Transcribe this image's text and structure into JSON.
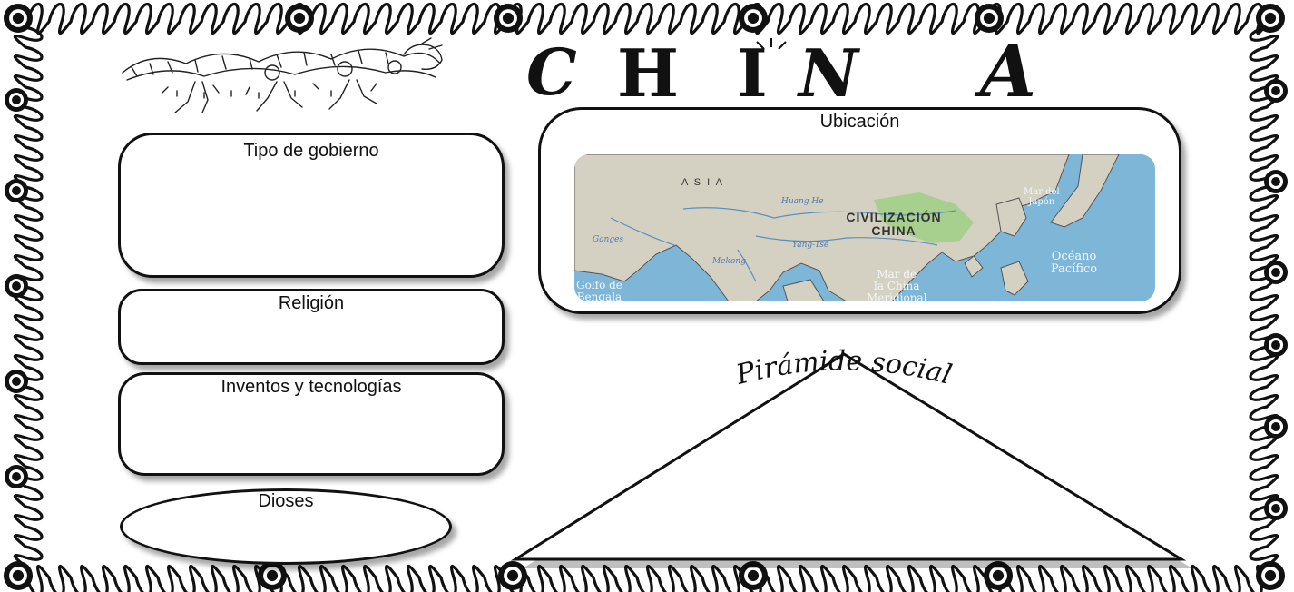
{
  "page": {
    "title_letters": [
      "C",
      "H",
      "I",
      "N",
      "A"
    ],
    "colors": {
      "ink": "#111111",
      "paper": "#ffffff",
      "sea": "#7eb6d8",
      "land": "#d5d1c2",
      "china_region": "#a7cf8e"
    }
  },
  "decorations": {
    "border": "loop-scribble-border-with-circles",
    "header_illustration": "dancing-dragon-figures-sketch"
  },
  "boxes": {
    "government": {
      "label": "Tipo de gobierno"
    },
    "religion": {
      "label": "Religión"
    },
    "inventions": {
      "label": "Inventos y tecnologías"
    },
    "gods": {
      "label": "Dioses"
    },
    "location": {
      "label": "Ubicación"
    }
  },
  "map": {
    "labels": {
      "asia": "A S I A",
      "huang_he": "Huang He",
      "civilization_line1": "CIVILIZACIÓN",
      "civilization_line2": "CHINA",
      "ganges": "Ganges",
      "yang_tse": "Yang-Tsé",
      "mekong": "Mekong",
      "gulf_line1": "Golfo de",
      "gulf_line2": "Bengala",
      "south_china_line1": "Mar de",
      "south_china_line2": "la China",
      "south_china_line3": "Meridional",
      "japan_sea_line1": "Mar del",
      "japan_sea_line2": "Japón",
      "pacific_line1": "Océano",
      "pacific_line2": "Pacífico"
    }
  },
  "pyramid": {
    "title": "Pirámide social"
  }
}
